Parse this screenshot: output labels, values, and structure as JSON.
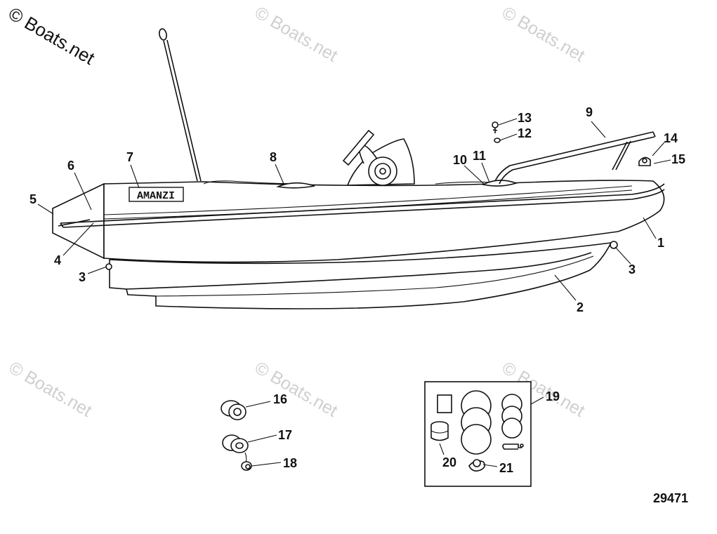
{
  "watermarks": {
    "primary": "© Boats.net",
    "faint": [
      "© Boats.net",
      "© Boats.net",
      "© Boats.net",
      "© Boats.net",
      "© Boats.net"
    ]
  },
  "brand_label": "AMANZI",
  "callouts": [
    "1",
    "2",
    "3",
    "3",
    "4",
    "5",
    "6",
    "7",
    "8",
    "9",
    "10",
    "11",
    "12",
    "13",
    "14",
    "15",
    "16",
    "17",
    "18",
    "19",
    "20",
    "21"
  ],
  "drawing_number": "29471"
}
